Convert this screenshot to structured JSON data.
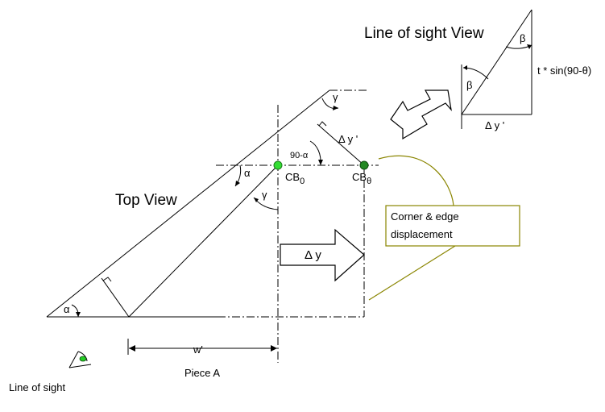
{
  "labels": {
    "line_of_sight_view": "Line of sight View",
    "top_view": "Top View",
    "line_of_sight": "Line of sight",
    "piece_a": "Piece A",
    "w_prime": "w'",
    "delta_y": "Δ y",
    "delta_y_prime_main": "Δ y '",
    "delta_y_prime_inset": "Δ y '",
    "t_sin": "t * sin(90-θ)",
    "beta_top": "β",
    "beta_left": "β",
    "gamma_top": "γ",
    "gamma_mid": "γ",
    "alpha_corner": "α",
    "alpha_left": "α",
    "ninety_minus_alpha": "90-α",
    "cb0_main": "CB",
    "cb0_sub": "0",
    "cbtheta_main": "CB",
    "cbtheta_sub": "θ",
    "callout_line1": "Corner & edge",
    "callout_line2": "displacement"
  },
  "colors": {
    "cb0_point": "#33dd33",
    "cbtheta_point": "#228822",
    "callout_border": "#8a8500",
    "callout_curve": "#8a8500",
    "eye_iris": "#22cc22"
  }
}
